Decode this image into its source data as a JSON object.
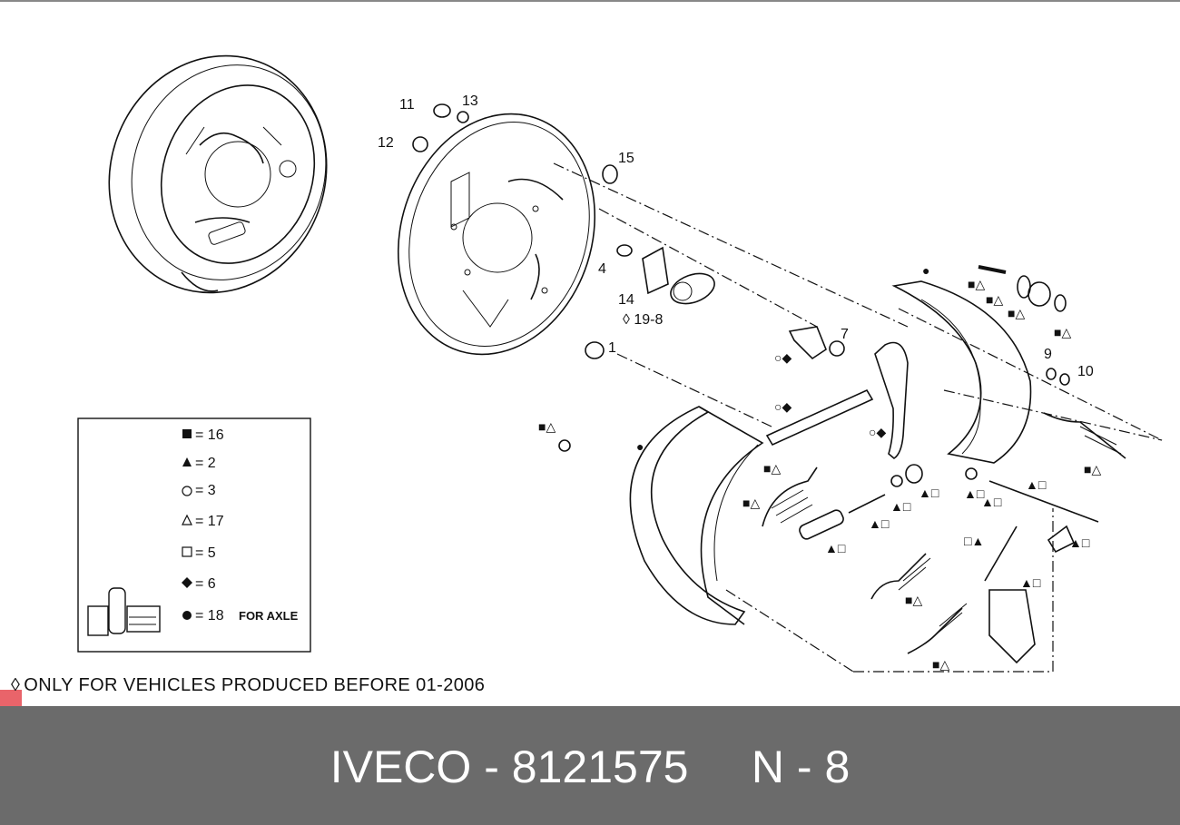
{
  "part_labels": {
    "p1": "1",
    "p4": "4",
    "p7": "7",
    "p9": "9",
    "p10": "10",
    "p11": "11",
    "p12": "12",
    "p13": "13",
    "p14": "14",
    "p15": "15",
    "p14_note": "19-8"
  },
  "legend": {
    "items": [
      {
        "symbol": "filled-square",
        "text": "= 16"
      },
      {
        "symbol": "filled-triangle",
        "text": "= 2"
      },
      {
        "symbol": "open-circle",
        "text": "= 3"
      },
      {
        "symbol": "open-triangle",
        "text": "= 17"
      },
      {
        "symbol": "open-square",
        "text": "= 5"
      },
      {
        "symbol": "filled-diamond",
        "text": "= 6"
      },
      {
        "symbol": "filled-circle",
        "text": "= 18"
      }
    ],
    "axle_note": "FOR AXLE"
  },
  "footnote": {
    "symbol": "◊",
    "text": "ONLY FOR VEHICLES PRODUCED BEFORE 01-2006"
  },
  "footer": {
    "brand": "IVECO",
    "part_number": "8121575",
    "page": "N - 8",
    "separator": "-"
  },
  "colors": {
    "footer_bg": "#6b6b6b",
    "footer_text": "#ffffff",
    "mark": "#e9646a",
    "line": "#111111"
  }
}
